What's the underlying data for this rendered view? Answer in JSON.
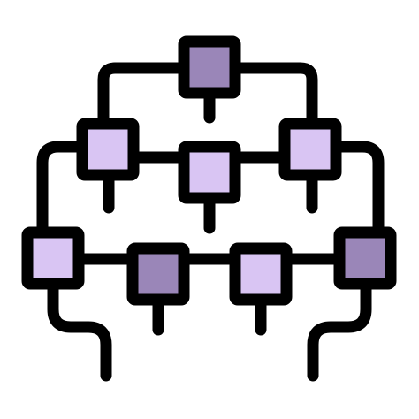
{
  "icon": {
    "name": "neural-network-icon",
    "colors": {
      "outline": "#000000",
      "fill_dark": "#9a86b8",
      "fill_light": "#d9c5f3",
      "background": "#ffffff"
    },
    "nodes": [
      {
        "id": "top-center",
        "shade": "dark"
      },
      {
        "id": "middle-left",
        "shade": "light"
      },
      {
        "id": "middle-center",
        "shade": "light"
      },
      {
        "id": "middle-right",
        "shade": "light"
      },
      {
        "id": "bottom-left",
        "shade": "light"
      },
      {
        "id": "bottom-center-left",
        "shade": "dark"
      },
      {
        "id": "bottom-center-right",
        "shade": "light"
      },
      {
        "id": "bottom-right",
        "shade": "dark"
      }
    ]
  }
}
